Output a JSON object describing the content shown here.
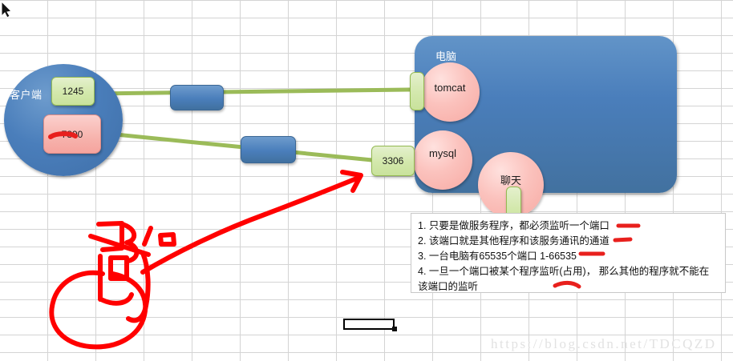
{
  "diagram": {
    "client": {
      "label": "客户端"
    },
    "computer": {
      "label": "电脑"
    },
    "ports": {
      "client_open": "1245",
      "client_used": "7890",
      "mysql_port": "3306"
    },
    "processes": {
      "tomcat": "tomcat",
      "mysql": "mysql",
      "chat": "聊天"
    },
    "notes": [
      "1. 只要是做服务程序，都必须监听一个端口",
      "2. 该端口就是其他程序和该服务通讯的通道",
      "3. 一台电脑有65535个端口 1-66535",
      "4. 一旦一个端口被某个程序监听(占用)，  那么其他的程序就不能在该端口的监听"
    ],
    "colors": {
      "blue_fill": "#4a7ebb",
      "green_port": "#d3e8ac",
      "pink_process": "#fbc2bd",
      "connector_green": "#9bbb59",
      "annotation_red": "#ff0000"
    }
  },
  "watermark": {
    "text": "https://blog.csdn.net/TDCQZD"
  }
}
